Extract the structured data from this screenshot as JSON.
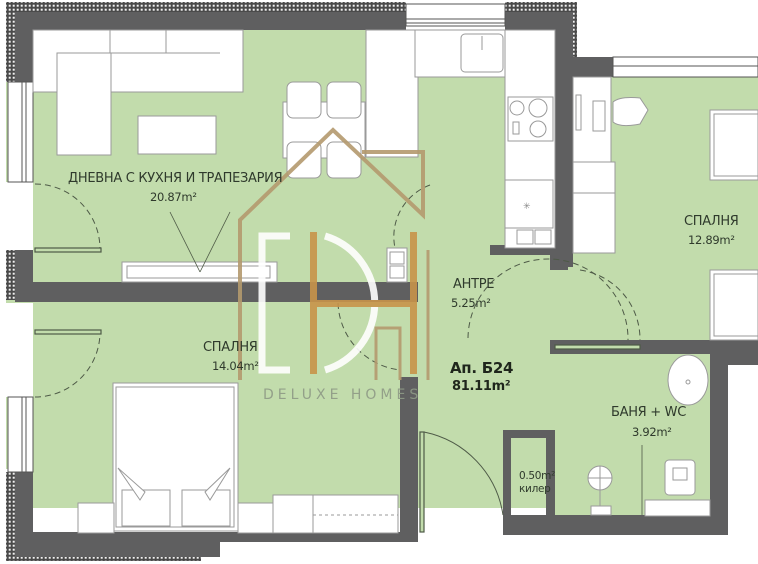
{
  "apartment": {
    "name": "Ап. Б24",
    "total_area": "81.11m²"
  },
  "rooms": [
    {
      "id": "living",
      "name": "ДНЕВНА С КУХНЯ И ТРАПЕЗАРИЯ",
      "area": "20.87m²"
    },
    {
      "id": "bedroom_east",
      "name": "СПАЛНЯ",
      "area": "12.89m²"
    },
    {
      "id": "hallway",
      "name": "АНТРЕ",
      "area": "5.25m²"
    },
    {
      "id": "bedroom_west",
      "name": "СПАЛНЯ",
      "area": "14.04m²"
    },
    {
      "id": "bathroom",
      "name": "БАНЯ + WC",
      "area": "3.92m²"
    },
    {
      "id": "storage",
      "name": "килер",
      "area": "0.50m²"
    }
  ],
  "watermark": {
    "brand": "DELUXE HOMES",
    "logo_letters": "DH"
  },
  "colors": {
    "floor": "#c2dcac",
    "wall": "#5f5f60",
    "insulation": "#e8e8e8",
    "furniture": "#ffffff",
    "furniture_stroke": "#9a9a9a",
    "logo_gold": "#c8944a",
    "logo_tan": "#b49a6e"
  }
}
